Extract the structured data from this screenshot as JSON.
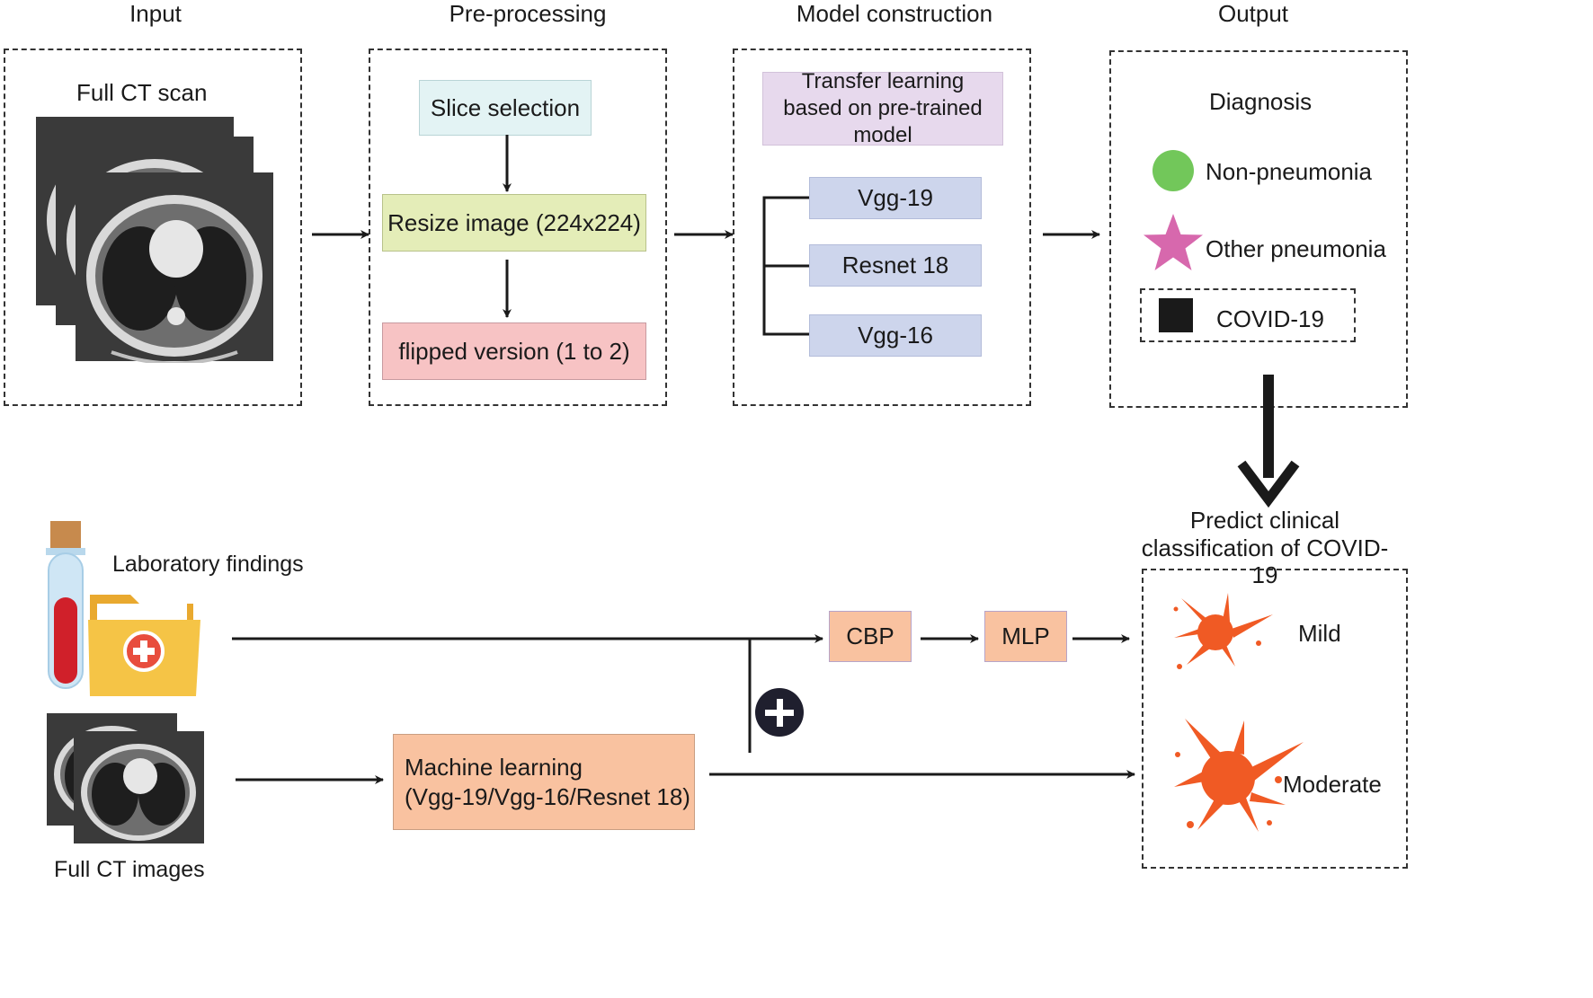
{
  "stages": {
    "input": "Input",
    "preprocessing": "Pre-processing",
    "model": "Model construction",
    "output": "Output"
  },
  "input": {
    "ct_scan_label": "Full CT scan"
  },
  "preprocessing": {
    "slice_selection": "Slice selection",
    "resize": "Resize image (224x224)",
    "flipped": "flipped version (1 to 2)"
  },
  "model": {
    "transfer_learning_line1": "Transfer learning",
    "transfer_learning_line2": "based on pre-trained model",
    "models": [
      "Vgg-19",
      "Resnet 18",
      "Vgg-16"
    ]
  },
  "output": {
    "diagnosis": "Diagnosis",
    "classes": [
      "Non-pneumonia",
      "Other pneumonia",
      "COVID-19"
    ]
  },
  "bottom": {
    "lab_findings": "Laboratory findings",
    "full_ct_images": "Full CT images",
    "cbp": "CBP",
    "mlp": "MLP",
    "ml_line1": "Machine learning",
    "ml_line2": "(Vgg-19/Vgg-16/Resnet 18)",
    "predict_line1": "Predict clinical",
    "predict_line2": "classification of COVID-19",
    "severity": [
      "Mild",
      "Moderate"
    ]
  },
  "colors": {
    "slice_fill": "#e3f3f4",
    "resize_fill": "#e4edb8",
    "flipped_fill": "#f7c3c4",
    "transfer_fill": "#e7d9ed",
    "model_fill": "#cdd5ec",
    "orange_fill": "#f9c2a0",
    "green": "#72c75a",
    "pink": "#d768ad",
    "splash": "#f05a24"
  }
}
